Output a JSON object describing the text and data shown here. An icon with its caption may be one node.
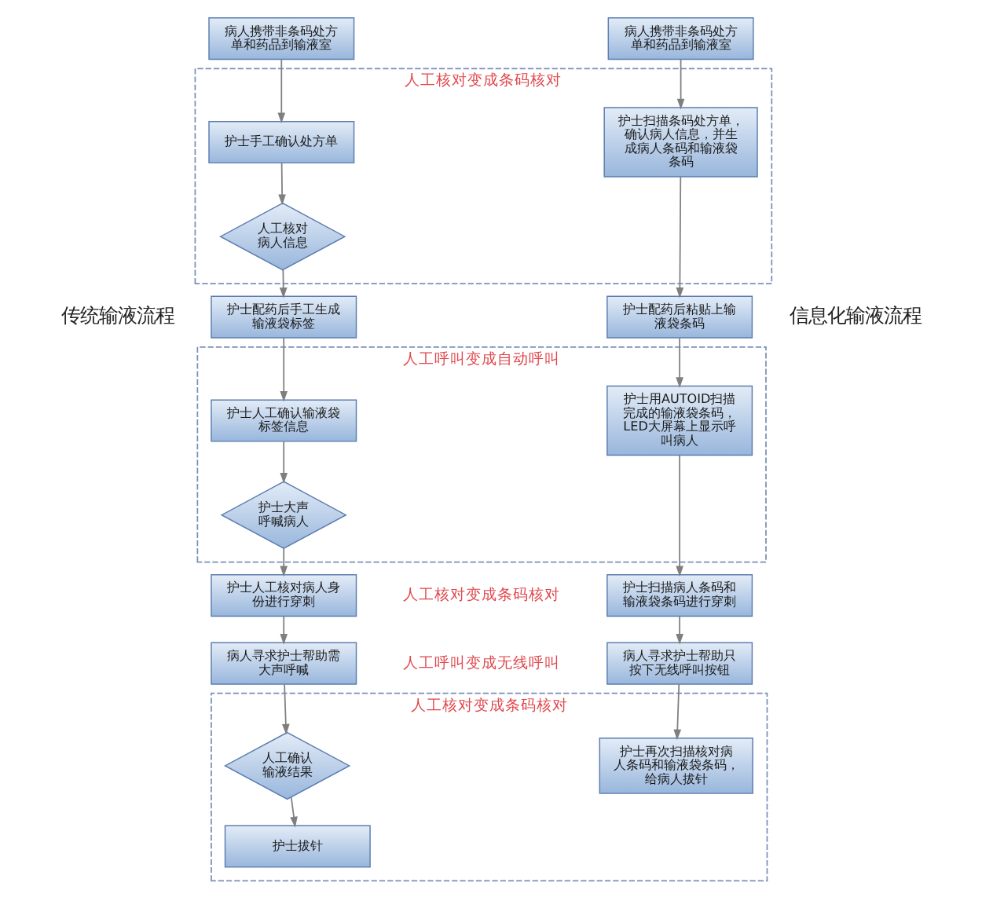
{
  "diagram": {
    "nodes": [
      {
        "text": [
          "病人携带非条码处方单和药品到输液室"
        ]
      },
      {
        "text": [
          "病人携带非条码处方单和药品到输液室"
        ]
      },
      {
        "text": [
          "人工核对变成条码核对"
        ]
      },
      {
        "text": [
          "护士手工确认处方单"
        ],
        "in": 2
      },
      {
        "text": [
          "护士扫描条码处方单，确认病人信息，并生成病人条码和输液袋条码"
        ],
        "in": 2
      },
      {
        "text": [
          "人工核对病人信息"
        ],
        "in": 2
      },
      {
        "text": [
          "护士配药后手工生成输液袋标签"
        ]
      },
      {
        "text": [
          "护士配药后粘贴上输液袋条码"
        ]
      },
      {
        "text": [
          "人工呼叫变成自动呼叫"
        ]
      },
      {
        "text": [
          "护士人工确认输液袋标签信息"
        ],
        "in": 8
      },
      {
        "text": [
          "护士用AUTOID扫描完成的输液袋条码，LED大屏幕上显示呼叫病人"
        ],
        "in": 8
      },
      {
        "text": [
          "护士大声呼喊病人"
        ],
        "in": 8
      },
      {
        "text": [
          "护士人工核对病人身份进行穿刺"
        ]
      },
      {
        "text": [
          "护士扫描病人条码和输液袋条码进行穿刺"
        ]
      },
      {
        "text": [
          "病人寻求护士帮助需大声呼喊"
        ]
      },
      {
        "text": [
          "病人寻求护士帮助只按下无线呼叫按钮"
        ]
      },
      {
        "text": [
          "人工核对变成条码核对"
        ]
      },
      {
        "text": [
          "人工确认输液结果"
        ],
        "in": 16
      },
      {
        "text": [
          "护士再次扫描核对病人条码和输液袋条码，给病人拔针"
        ],
        "in": 16
      },
      {
        "text": [
          "护士拔针"
        ],
        "in": 16
      }
    ],
    "edges": [
      {
        "from": 0,
        "to": 3,
        "arrow": "to"
      },
      {
        "from": 3,
        "to": 5,
        "arrow": "to"
      },
      {
        "from": 5,
        "to": 6,
        "arrow": "to"
      },
      {
        "from": 6,
        "to": 9,
        "arrow": "to"
      },
      {
        "from": 9,
        "to": 11,
        "arrow": "to"
      },
      {
        "from": 11,
        "to": 12,
        "arrow": "to"
      },
      {
        "from": 12,
        "to": 14,
        "arrow": "to"
      },
      {
        "from": 14,
        "to": 17,
        "arrow": "to"
      },
      {
        "from": 17,
        "to": 19,
        "arrow": "to"
      },
      {
        "from": 1,
        "to": 4,
        "arrow": "to"
      },
      {
        "from": 4,
        "to": 7,
        "arrow": "to"
      },
      {
        "from": 7,
        "to": 10,
        "arrow": "to"
      },
      {
        "from": 10,
        "to": 13,
        "arrow": "to"
      },
      {
        "from": 13,
        "to": 15,
        "arrow": "to"
      },
      {
        "from": 15,
        "to": 18,
        "arrow": "to"
      }
    ],
    "labels": [
      "传统输液流程",
      "人工核对变成条码核对",
      "人工呼叫变成无线呼叫",
      "信息化输液流程"
    ]
  }
}
